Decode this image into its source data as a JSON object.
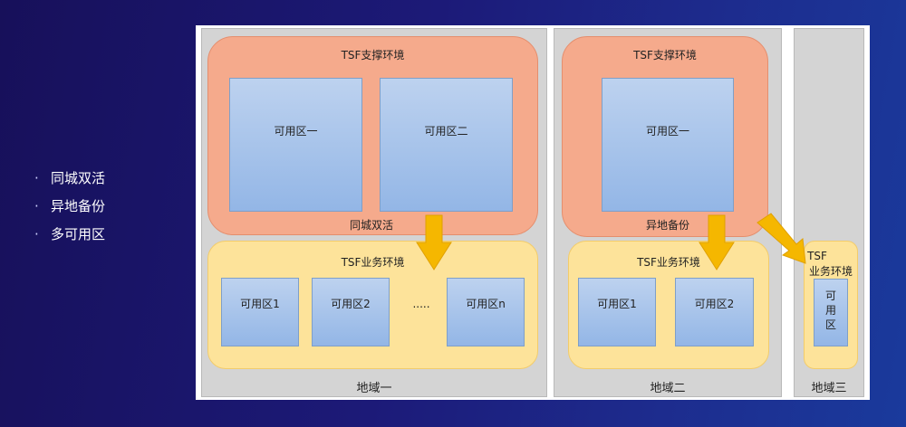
{
  "bullets": [
    "同城双活",
    "异地备份",
    "多可用区"
  ],
  "colors": {
    "background": "#1b1a72",
    "region": "#d4d4d4",
    "support_env": "#f5aa8c",
    "business_env": "#fde39a",
    "zone": "#a8c4ea",
    "arrow": "#f5b700"
  },
  "regions": [
    {
      "label": "地域一",
      "support": {
        "title": "TSF支撑环境",
        "zones": [
          "可用区一",
          "可用区二"
        ],
        "caption": "同城双活"
      },
      "business": {
        "title": "TSF业务环境",
        "zones": [
          "可用区1",
          "可用区2",
          "可用区n"
        ],
        "ellipsis": "....."
      }
    },
    {
      "label": "地域二",
      "support": {
        "title": "TSF支撑环境",
        "zones": [
          "可用区一"
        ],
        "caption": "异地备份"
      },
      "business": {
        "title": "TSF业务环境",
        "zones": [
          "可用区1",
          "可用区2"
        ]
      }
    },
    {
      "label": "地域三",
      "business": {
        "title_line1": "TSF",
        "title_line2": "业务环境",
        "zone": "可\n用\n区"
      }
    }
  ]
}
